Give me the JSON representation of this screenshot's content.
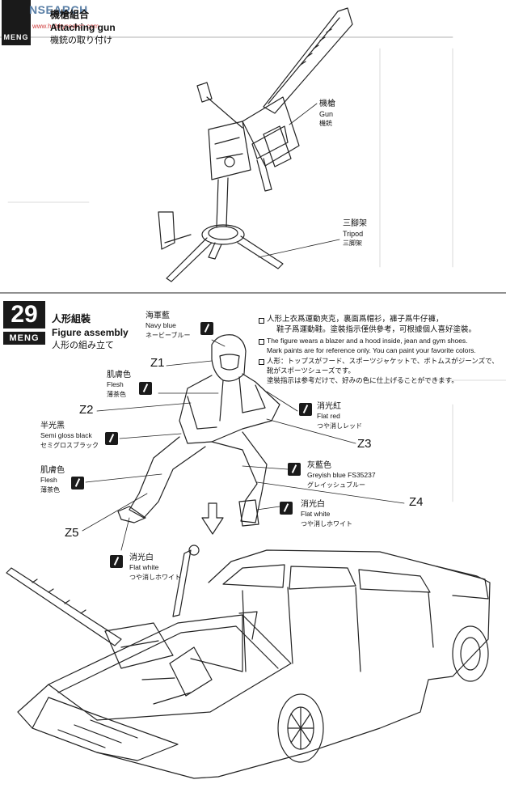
{
  "watermark": {
    "text": "NSEARCH",
    "sub": "www.hobbysearch.com"
  },
  "step28": {
    "title_cn": "機槍組合",
    "title_en": "Attaching gun",
    "title_jp": "機銃の取り付け",
    "logo": "MENG",
    "callouts": [
      {
        "cn": "機槍",
        "en": "Gun",
        "jp": "機銃"
      },
      {
        "cn": "三腳架",
        "en": "Tripod",
        "jp": "三脚架"
      }
    ]
  },
  "step29": {
    "number": "29",
    "logo": "MENG",
    "title_cn": "人形組裝",
    "title_en": "Figure assembly",
    "title_jp": "人形の組み立て",
    "notes": [
      "人形上衣爲運動夾克，裏面爲帽衫，褲子爲牛仔褲，",
      "鞋子爲運動鞋。塗裝指示僅供參考，可根據個人喜好塗裝。",
      "The figure wears a blazer and a hood inside, jean and gym shoes.",
      "Mark paints are for reference only. You can paint your favorite colors.",
      "人形：トップスがフード、スポーツジャケットで、ボトムスがジーンズで、",
      "靴がスポーツシューズです。",
      "塗裝指示は参考だけで、好みの色に仕上げることができます。"
    ],
    "paints": [
      {
        "cn": "海軍藍",
        "en": "Navy blue",
        "jp": "ネービーブルー"
      },
      {
        "cn": "肌膚色",
        "en": "Flesh",
        "jp": "薄茶色"
      },
      {
        "cn": "消光紅",
        "en": "Flat red",
        "jp": "つや消しレッド"
      },
      {
        "cn": "半光黑",
        "en": "Semi gloss black",
        "jp": "セミグロスブラック"
      },
      {
        "cn": "灰藍色",
        "en": "Greyish blue FS35237",
        "jp": "グレイッシュブルー"
      },
      {
        "cn": "肌膚色",
        "en": "Flesh",
        "jp": "薄茶色"
      },
      {
        "cn": "消光白",
        "en": "Flat white",
        "jp": "つや消しホワイト"
      },
      {
        "cn": "消光白",
        "en": "Flat white",
        "jp": "つや消しホワイト"
      }
    ],
    "parts": [
      "Z1",
      "Z2",
      "Z3",
      "Z4",
      "Z5"
    ]
  }
}
